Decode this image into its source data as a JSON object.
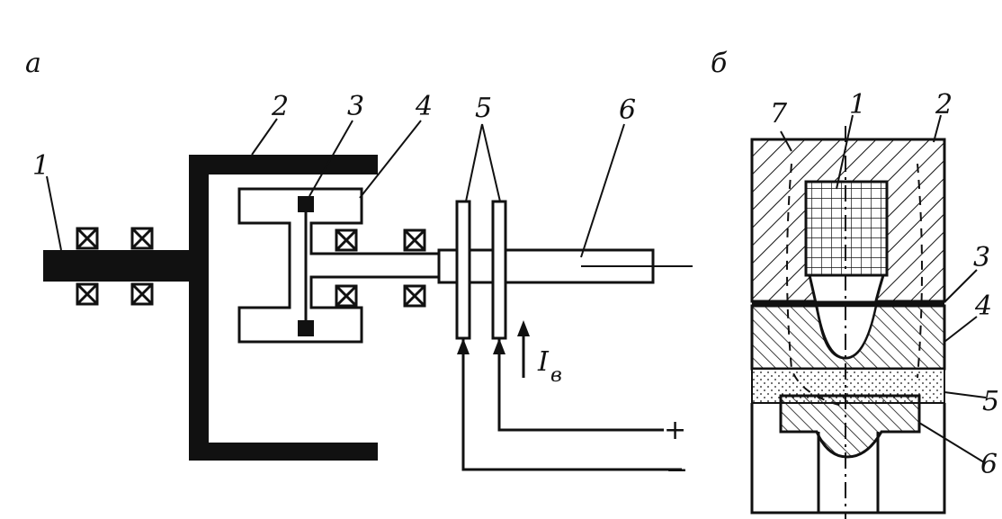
{
  "panel_a": {
    "label": "а",
    "parts": [
      "1",
      "2",
      "3",
      "4",
      "5",
      "6"
    ],
    "current": {
      "symbol": "I",
      "subscript": "в"
    },
    "plus": "+",
    "minus": "−"
  },
  "panel_b": {
    "label": "б",
    "parts": [
      "7",
      "1",
      "2",
      "3",
      "4",
      "5",
      "6"
    ]
  }
}
